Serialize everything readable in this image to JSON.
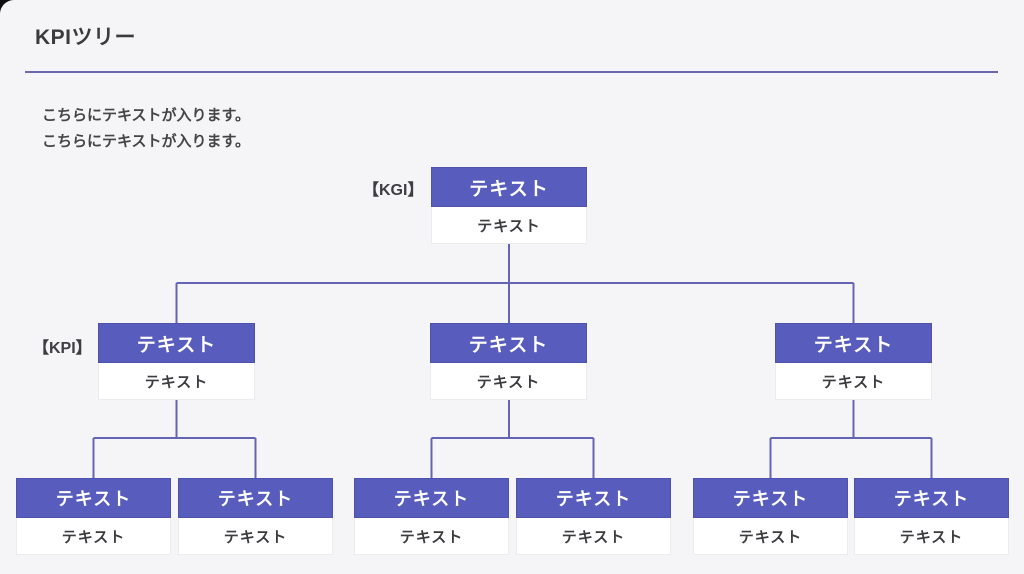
{
  "page": {
    "title": "KPIツリー",
    "description_lines": [
      "こちらにテキストが入ります。",
      "こちらにテキストが入ります。"
    ]
  },
  "tree": {
    "kgi_label": "【KGI】",
    "kpi_label": "【KPI】",
    "kgi": {
      "header": "テキスト",
      "body": "テキスト"
    },
    "kpi_nodes": [
      {
        "header": "テキスト",
        "body": "テキスト"
      },
      {
        "header": "テキスト",
        "body": "テキスト"
      },
      {
        "header": "テキスト",
        "body": "テキスト"
      }
    ],
    "leaf_nodes": [
      {
        "header": "テキスト",
        "body": "テキスト"
      },
      {
        "header": "テキスト",
        "body": "テキスト"
      },
      {
        "header": "テキスト",
        "body": "テキスト"
      },
      {
        "header": "テキスト",
        "body": "テキスト"
      },
      {
        "header": "テキスト",
        "body": "テキスト"
      },
      {
        "header": "テキスト",
        "body": "テキスト"
      }
    ]
  },
  "colors": {
    "accent": "#585cbc",
    "connector": "#6464b4",
    "divider": "#6a66b2",
    "slide_background": "#f5f5f7",
    "header_text": "#ffffff",
    "body_text": "#3c3c40",
    "title_text": "#3b3b3d"
  }
}
